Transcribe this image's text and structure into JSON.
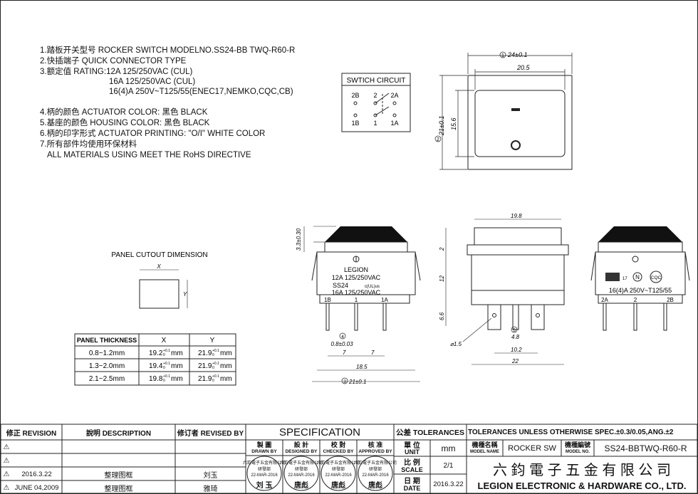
{
  "notes": [
    "1.踏板开关型号 ROCKER SWITCH MODELNO.SS24-BB TWQ-R60-R",
    "2.快插端子 QUICK CONNECTOR TYPE",
    "3.额定值 RATING:12A 125/250VAC (CUL)",
    "16A 125/250VAC (CUL)",
    "16(4)A 250V~T125/55(ENEC17,NEMKO,CQC,CB)",
    "4.柄的颜色 ACTUATOR COLOR: 黑色 BLACK",
    "5.基座的颜色 HOUSING COLOR: 黑色 BLACK",
    "6.柄的印字形式 ACTUATOR PRINTING: \"O/I\" WHITE COLOR",
    "7.所有部件均使用环保材料",
    "ALL MATERIALS USING MEET THE RoHS DIRECTIVE"
  ],
  "switch_circuit": {
    "title": "SWTICH CIRCUIT",
    "top_labels": [
      "2B",
      "2",
      "2A"
    ],
    "bottom_labels": [
      "1B",
      "1",
      "1A"
    ]
  },
  "panel_cutout": {
    "title": "PANEL CUTOUT DIMENSION",
    "x_label": "X",
    "y_label": "Y",
    "headers": [
      "PANEL THICKNESS",
      "X",
      "Y"
    ],
    "rows": [
      [
        "0.8~1.2mm",
        "19.2",
        "mm",
        "21.9",
        "mm"
      ],
      [
        "1.3~2.0mm",
        "19.4",
        "mm",
        "21.9",
        "mm"
      ],
      [
        "2.1~2.5mm",
        "19.8",
        "mm",
        "21.9",
        "mm"
      ]
    ],
    "tol_plus": "+0.1",
    "tol_zero": "0"
  },
  "front_view": {
    "dim_width": "24±0.1",
    "dim_width_num": "1",
    "dim_inner": "20.5",
    "dim_height": "21±0.1",
    "dim_height_num": "2",
    "dim_inner_h": "15.6"
  },
  "side_view": {
    "dim_top": "3.3±0.30",
    "brand": "LEGION",
    "rating1": "12A 125/250VAC",
    "model": "SS24",
    "cert": "c(UL)us",
    "rating2": "16A 125/250VAC",
    "terms": [
      "1B",
      "1",
      "1A"
    ],
    "dim_pin": "0.8±0.03",
    "dim_pin_num": "4",
    "dim_7a": "7",
    "dim_7b": "7",
    "dim_185": "18.5",
    "dim_bottom": "21±0.1",
    "dim_bottom_num": "3"
  },
  "end_view": {
    "dim_198": "19.8",
    "dim_2": "2",
    "dim_12": "12",
    "dim_66": "6.6",
    "dim_hole": "⌀1.5",
    "dim_48": "4.8",
    "dim_48_num": "5",
    "dim_102": "10.2",
    "dim_22": "22"
  },
  "right_view": {
    "marks": [
      "N",
      "CQC"
    ],
    "mark_ce": "17",
    "rating": "16(4)A 250V~T125/55",
    "terms": [
      "2A",
      "2",
      "2B"
    ]
  },
  "title_block": {
    "rev_header": "修正 REVISION",
    "desc_header": "說明 DESCRIPTION",
    "revised_header": "修订者 REVISED BY",
    "spec_title": "SPECIFICATION",
    "tol_label": "公差 TOLERANCES",
    "tol_text": "TOLERANCES UNLESS OTHERWISE SPEC.±0.3/0.05,ANG.±2",
    "roles": [
      {
        "cn": "製 圖",
        "en": "DRAWN BY"
      },
      {
        "cn": "設 計",
        "en": "DESIGNED BY"
      },
      {
        "cn": "校 對",
        "en": "CHECKED BY"
      },
      {
        "cn": "核 准",
        "en": "APPROVED BY"
      }
    ],
    "stamp_company": "六鈞電子五金有限公司",
    "stamp_dates": [
      "22-MAR-2016",
      "22-MAR-2016",
      "22-MAR-2016",
      "22-MAR-2016"
    ],
    "stamp_dept": "研發部",
    "stamp_names": [
      "刘 玉",
      "唐彪",
      "唐彪",
      "唐彪"
    ],
    "unit_cn": "單 位",
    "unit_en": "UNIT",
    "unit_val": "mm",
    "scale_cn": "比 例",
    "scale_en": "SCALE",
    "scale_val": "2/1",
    "date_cn": "日 期",
    "date_en": "DATE",
    "date_val": "2016.3.22",
    "model_name_cn": "機種名稱",
    "model_name_en": "MODEL NAME",
    "model_name_val": "ROCKER SW",
    "model_no_cn": "機種編號",
    "model_no_en": "MODEL NO.",
    "model_no_val": "SS24-BBTWQ-R60-R",
    "company_cn": "六 鈞 電 子 五 金 有 限 公 司",
    "company_en": "LEGION ELECTRONIC & HARDWARE CO., LTD.",
    "revisions": [
      {
        "mark": "⚠",
        "date": "",
        "desc": "",
        "by": ""
      },
      {
        "mark": "⚠",
        "date": "",
        "desc": "",
        "by": ""
      },
      {
        "mark": "⚠",
        "date": "2016.3.22",
        "desc": "整理图框",
        "by": "刘玉"
      },
      {
        "mark": "⚠",
        "date": "JUNE 04,2009",
        "desc": "整理图框",
        "by": "雅琦"
      }
    ]
  }
}
